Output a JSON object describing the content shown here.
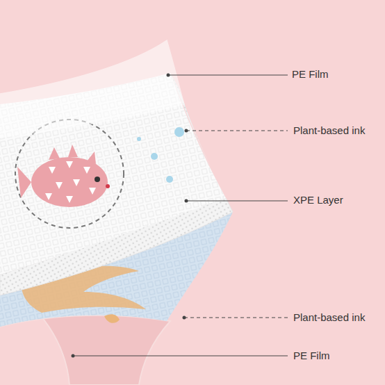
{
  "diagram": {
    "labels": [
      "PE Film",
      "Plant-based ink",
      "XPE Layer",
      "Plant-based ink",
      "PE Film"
    ]
  }
}
